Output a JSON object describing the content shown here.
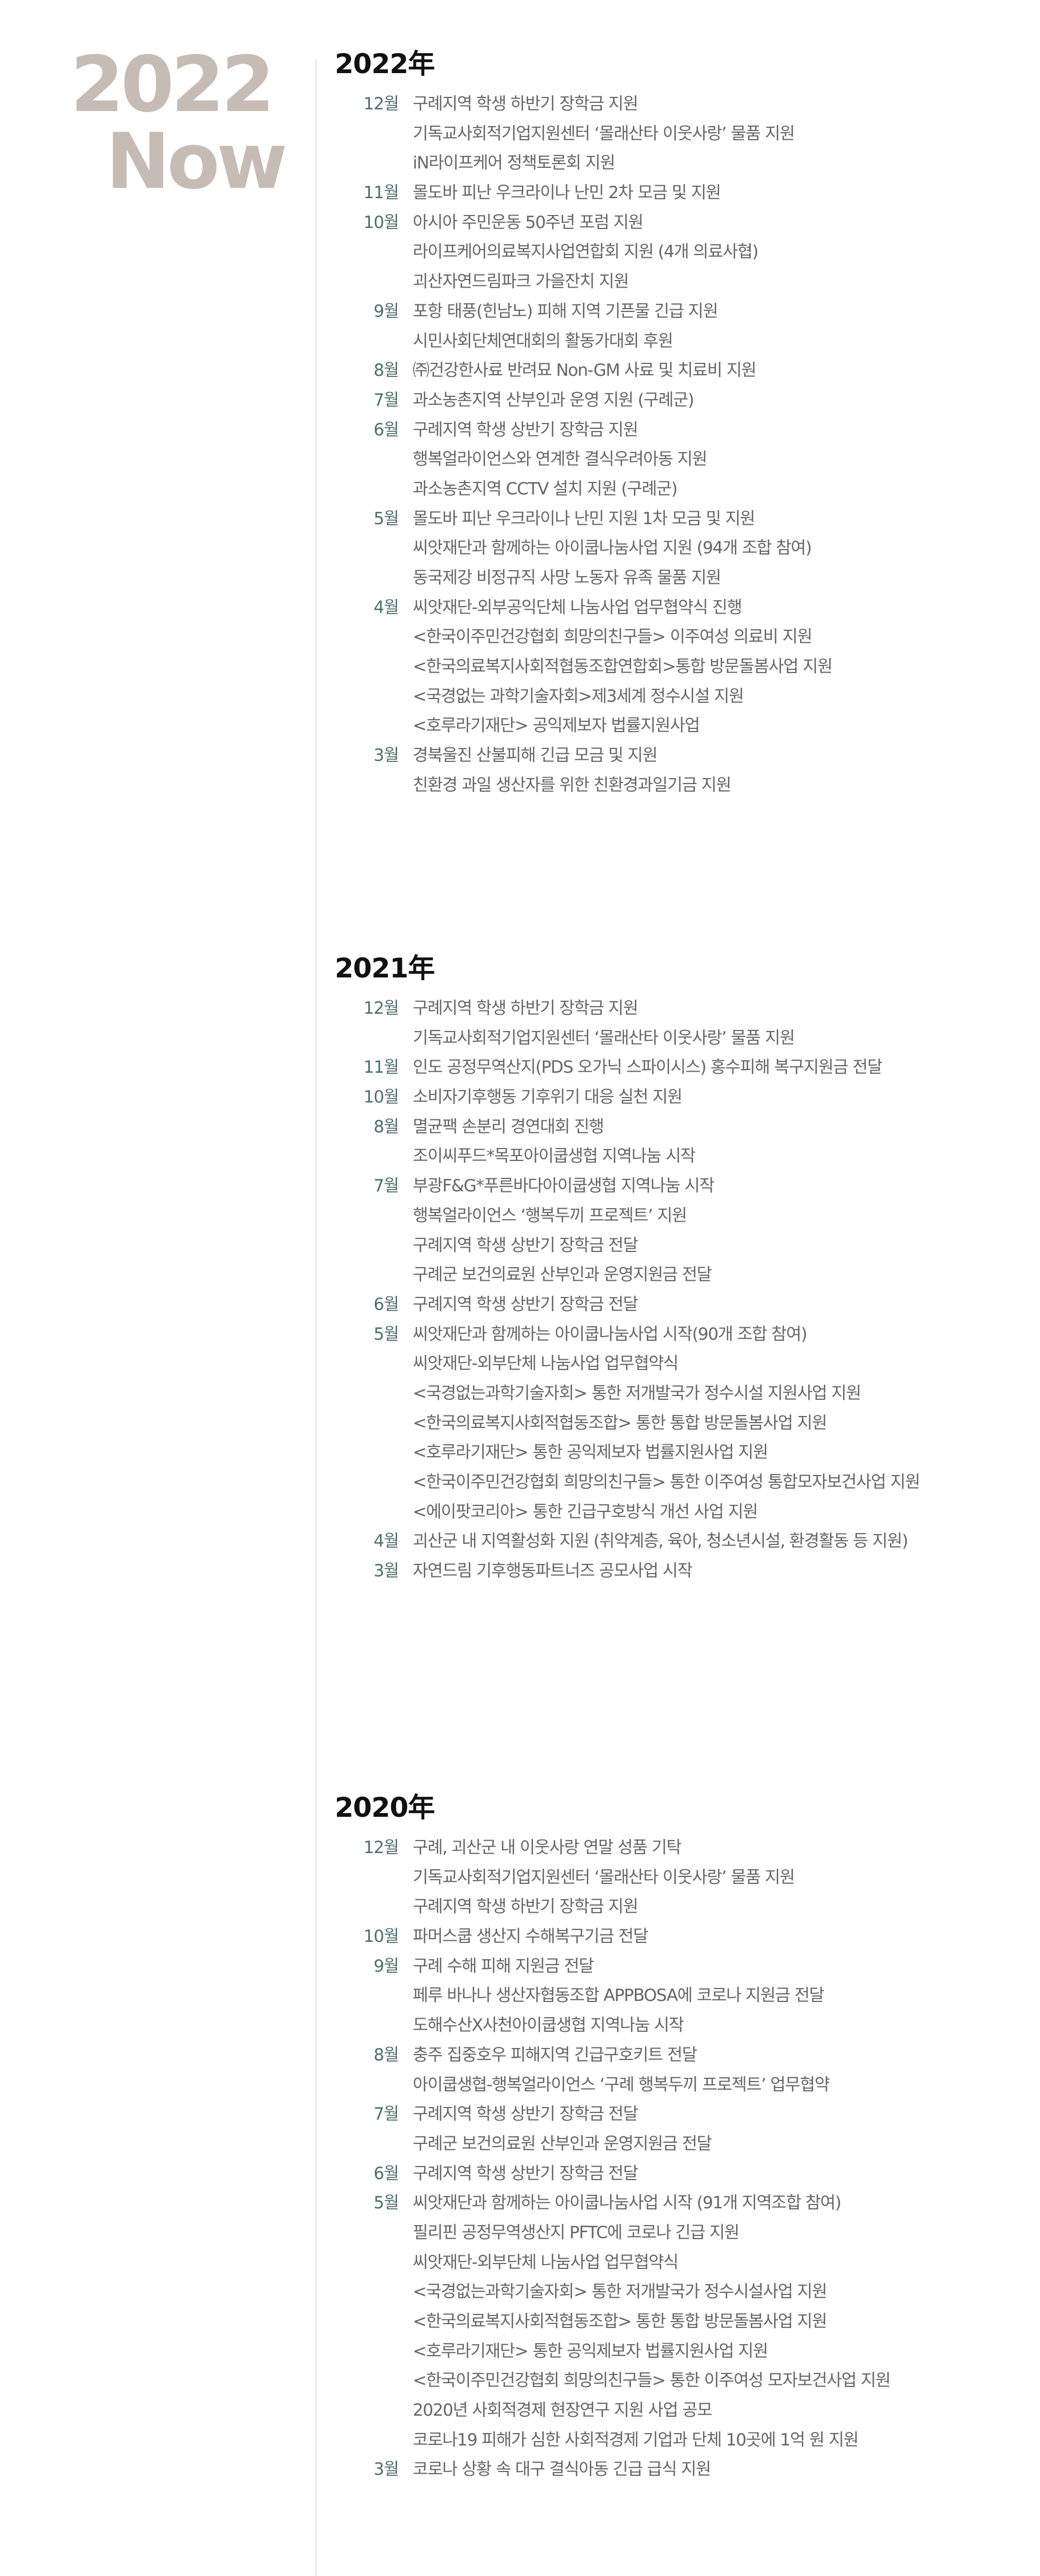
{
  "side": {
    "year": "2022",
    "now": "Now"
  },
  "years": [
    {
      "year": "2022年",
      "entries": [
        {
          "month": "12월",
          "text": "구례지역 학생 하반기 장학금 지원"
        },
        {
          "month": "",
          "text": "기독교사회적기업지원센터 ‘몰래산타 이웃사랑’ 물품 지원"
        },
        {
          "month": "",
          "text": "iN라이프케어 정책토론회 지원"
        },
        {
          "month": "11월",
          "text": "몰도바 피난 우크라이나 난민 2차 모금 및 지원"
        },
        {
          "month": "10월",
          "text": "아시아 주민운동 50주년 포럼 지원"
        },
        {
          "month": "",
          "text": "라이프케어의료복지사업연합회 지원 (4개 의료사협)"
        },
        {
          "month": "",
          "text": "괴산자연드림파크 가을잔치 지원"
        },
        {
          "month": "9월",
          "text": "포항 태풍(힌남노) 피해 지역 기픈물 긴급 지원"
        },
        {
          "month": "",
          "text": "시민사회단체연대회의 활동가대회 후원"
        },
        {
          "month": "8월",
          "text": "㈜건강한사료 반려묘 Non-GM 사료 및 치료비 지원"
        },
        {
          "month": "7월",
          "text": "과소농촌지역 산부인과 운영 지원 (구례군)"
        },
        {
          "month": "6월",
          "text": "구례지역 학생 상반기 장학금 지원"
        },
        {
          "month": "",
          "text": "행복얼라이언스와 연계한 결식우려아동 지원"
        },
        {
          "month": "",
          "text": "과소농촌지역 CCTV 설치 지원 (구례군)"
        },
        {
          "month": "5월",
          "text": "몰도바 피난 우크라이나 난민 지원 1차 모금 및 지원"
        },
        {
          "month": "",
          "text": "씨앗재단과 함께하는 아이쿱나눔사업 지원 (94개 조합 참여)"
        },
        {
          "month": "",
          "text": "동국제강 비정규직 사망 노동자 유족 물품 지원"
        },
        {
          "month": "4월",
          "text": "씨앗재단-외부공익단체 나눔사업 업무협약식 진행"
        },
        {
          "month": "",
          "text": "<한국이주민건강협회 희망의친구들> 이주여성 의료비 지원"
        },
        {
          "month": "",
          "text": "<한국의료복지사회적협동조합연합회>통합 방문돌봄사업 지원"
        },
        {
          "month": "",
          "text": "<국경없는 과학기술자회>제3세계 정수시설 지원"
        },
        {
          "month": "",
          "text": "<호루라기재단> 공익제보자 법률지원사업"
        },
        {
          "month": "3월",
          "text": "경북울진 산불피해 긴급 모금 및 지원"
        },
        {
          "month": "",
          "text": "친환경 과일 생산자를 위한 친환경과일기금 지원"
        }
      ]
    },
    {
      "year": "2021年",
      "entries": [
        {
          "month": "12월",
          "text": "구례지역 학생 하반기 장학금 지원"
        },
        {
          "month": "",
          "text": "기독교사회적기업지원센터 ‘몰래산타 이웃사랑’ 물품 지원"
        },
        {
          "month": "11월",
          "text": "인도 공정무역산지(PDS 오가닉 스파이시스) 홍수피해 복구지원금 전달"
        },
        {
          "month": "10월",
          "text": "소비자기후행동 기후위기 대응 실천 지원"
        },
        {
          "month": "8월",
          "text": "멸균팩 손분리 경연대회 진행"
        },
        {
          "month": "",
          "text": "조이씨푸드*목포아이쿱생협 지역나눔 시작"
        },
        {
          "month": "7월",
          "text": "부광F&G*푸른바다아이쿱생협 지역나눔 시작"
        },
        {
          "month": "",
          "text": "행복얼라이언스 ‘행복두끼 프로젝트’ 지원"
        },
        {
          "month": "",
          "text": "구례지역 학생 상반기 장학금 전달"
        },
        {
          "month": "",
          "text": "구례군 보건의료원 산부인과 운영지원금 전달"
        },
        {
          "month": "6월",
          "text": "구례지역 학생 상반기 장학금 전달"
        },
        {
          "month": "5월",
          "text": "씨앗재단과 함께하는 아이쿱나눔사업 시작(90개 조합 참여)"
        },
        {
          "month": "",
          "text": "씨앗재단-외부단체 나눔사업 업무협약식"
        },
        {
          "month": "",
          "text": "<국경없는과학기술자회> 통한 저개발국가 정수시설 지원사업 지원"
        },
        {
          "month": "",
          "text": "<한국의료복지사회적협동조합> 통한 통합 방문돌봄사업 지원"
        },
        {
          "month": "",
          "text": "<호루라기재단> 통한 공익제보자 법률지원사업 지원"
        },
        {
          "month": "",
          "text": "<한국이주민건강협회 희망의친구들> 통한 이주여성 통합모자보건사업 지원"
        },
        {
          "month": "",
          "text": "<에이팟코리아> 통한 긴급구호방식 개선 사업 지원"
        },
        {
          "month": "4월",
          "text": "괴산군 내 지역활성화 지원 (취약계층, 육아, 청소년시설, 환경활동 등 지원)"
        },
        {
          "month": "3월",
          "text": "자연드림 기후행동파트너즈 공모사업 시작"
        }
      ]
    },
    {
      "year": "2020年",
      "entries": [
        {
          "month": "12월",
          "text": "구례, 괴산군 내 이웃사랑 연말 성품 기탁"
        },
        {
          "month": "",
          "text": "기독교사회적기업지원센터 ‘몰래산타 이웃사랑’ 물품 지원"
        },
        {
          "month": "",
          "text": "구례지역 학생 하반기 장학금 지원"
        },
        {
          "month": "10월",
          "text": "파머스쿱 생산지 수해복구기금 전달"
        },
        {
          "month": "9월",
          "text": "구례 수해 피해 지원금 전달"
        },
        {
          "month": "",
          "text": "페루 바나나 생산자협동조합 APPBOSA에 코로나 지원금 전달"
        },
        {
          "month": "",
          "text": "도해수산X사천아이쿱생협 지역나눔 시작"
        },
        {
          "month": "8월",
          "text": "충주 집중호우 피해지역 긴급구호키트 전달"
        },
        {
          "month": "",
          "text": "아이쿱생협-행복얼라이언스 ‘구례 행복두끼 프로젝트’ 업무협약"
        },
        {
          "month": "7월",
          "text": "구례지역 학생 상반기 장학금 전달"
        },
        {
          "month": "",
          "text": "구례군 보건의료원 산부인과 운영지원금 전달"
        },
        {
          "month": "6월",
          "text": "구례지역 학생 상반기 장학금 전달"
        },
        {
          "month": "5월",
          "text": "씨앗재단과 함께하는 아이쿱나눔사업 시작 (91개 지역조합 참여)"
        },
        {
          "month": "",
          "text": "필리핀 공정무역생산지 PFTC에 코로나 긴급 지원"
        },
        {
          "month": "",
          "text": "씨앗재단-외부단체 나눔사업 업무협약식"
        },
        {
          "month": "",
          "text": "<국경없는과학기술자회> 통한 저개발국가 정수시설사업 지원"
        },
        {
          "month": "",
          "text": "<한국의료복지사회적협동조합> 통한 통합 방문돌봄사업 지원"
        },
        {
          "month": "",
          "text": "<호루라기재단> 통한 공익제보자 법률지원사업 지원"
        },
        {
          "month": "",
          "text": "<한국이주민건강협회 희망의친구들> 통한 이주여성 모자보건사업 지원"
        },
        {
          "month": "",
          "text": "2020년 사회적경제 현장연구 지원 사업 공모"
        },
        {
          "month": "",
          "text": "코로나19 피해가 심한 사회적경제 기업과 단체 10곳에 1억 원 지원"
        },
        {
          "month": "3월",
          "text": "코로나 상황 속 대구 결식아동 긴급 급식 지원"
        }
      ]
    }
  ]
}
